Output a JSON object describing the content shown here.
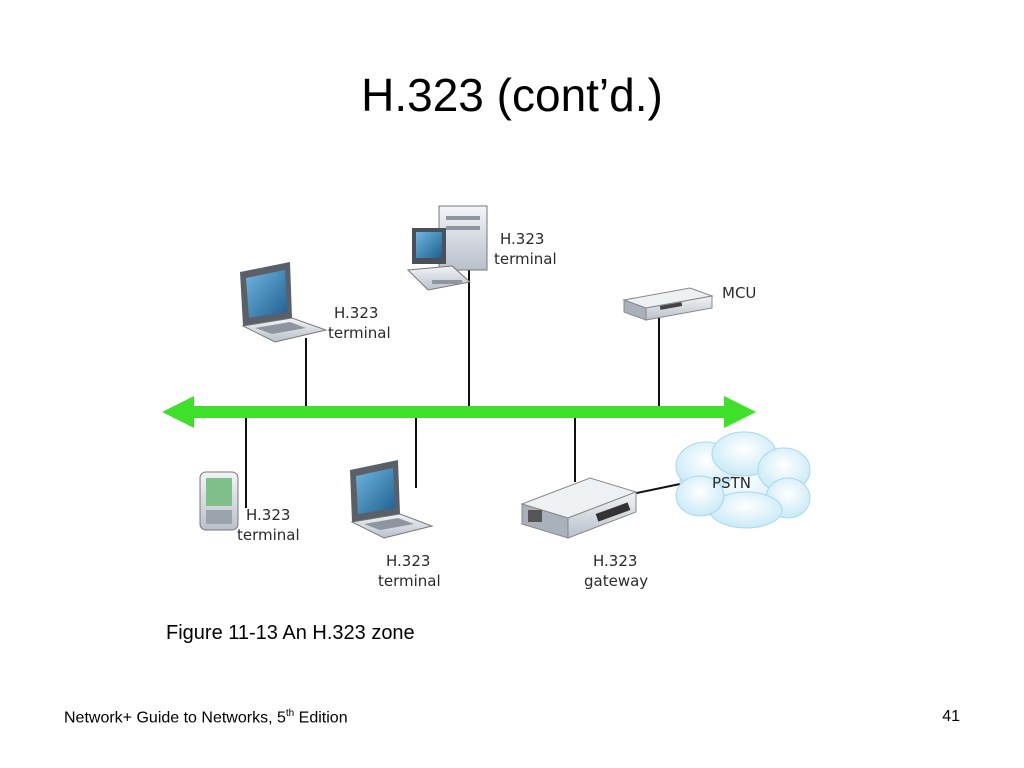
{
  "slide": {
    "title": "H.323 (cont’d.)",
    "caption": "Figure 11-13 An H.323 zone",
    "footer": {
      "book": "Network+ Guide to Networks, 5",
      "superscript": "th",
      "edition": " Edition"
    },
    "page_number": "41"
  },
  "diagram": {
    "line_color": "#3ee02a",
    "devices": {
      "laptop_top": {
        "line1": "H.323",
        "line2": "terminal"
      },
      "desktop_top": {
        "line1": "H.323",
        "line2": "terminal"
      },
      "mcu": {
        "line1": "MCU"
      },
      "pda": {
        "line1": "H.323",
        "line2": "terminal"
      },
      "laptop_bottom": {
        "line1": "H.323",
        "line2": "terminal"
      },
      "gateway": {
        "line1": "H.323",
        "line2": "gateway"
      },
      "pstn": {
        "line1": "PSTN"
      }
    }
  }
}
